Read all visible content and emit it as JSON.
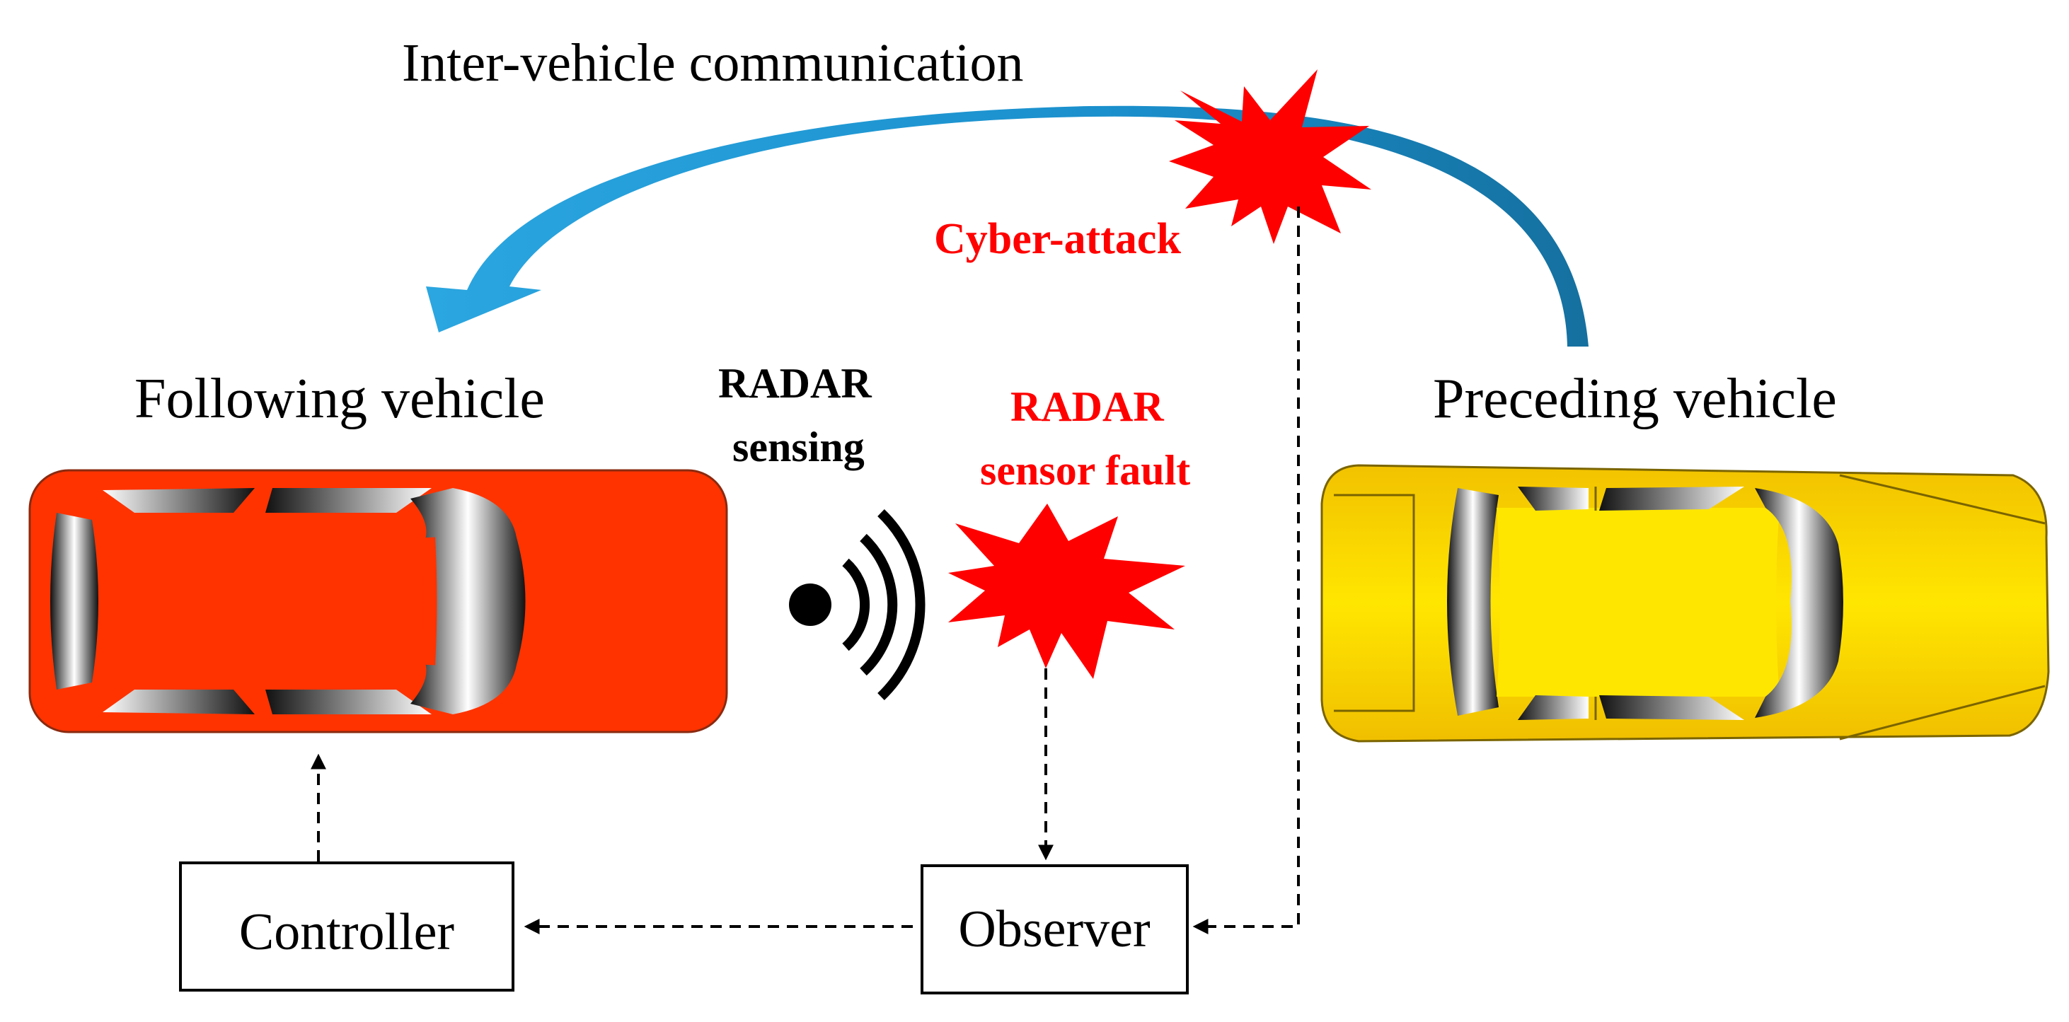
{
  "labels": {
    "inter_vehicle_communication": "Inter-vehicle communication",
    "cyber_attack": "Cyber-attack",
    "following_vehicle": "Following vehicle",
    "preceding_vehicle": "Preceding vehicle",
    "radar_sensing_line1": "RADAR",
    "radar_sensing_line2": "sensing",
    "radar_fault_line1": "RADAR",
    "radar_fault_line2": "sensor fault",
    "controller": "Controller",
    "observer": "Observer"
  },
  "colors": {
    "attack_red": "#ff0000",
    "comm_arrow_blue": "#1a8fcc",
    "following_car_body": "#ff3300",
    "preceding_car_body": "#ffd400",
    "line": "#000000"
  },
  "icons": {
    "cyber_attack": "explosion-burst-icon",
    "sensor_fault": "explosion-burst-icon",
    "radar": "radar-wave-icon"
  }
}
